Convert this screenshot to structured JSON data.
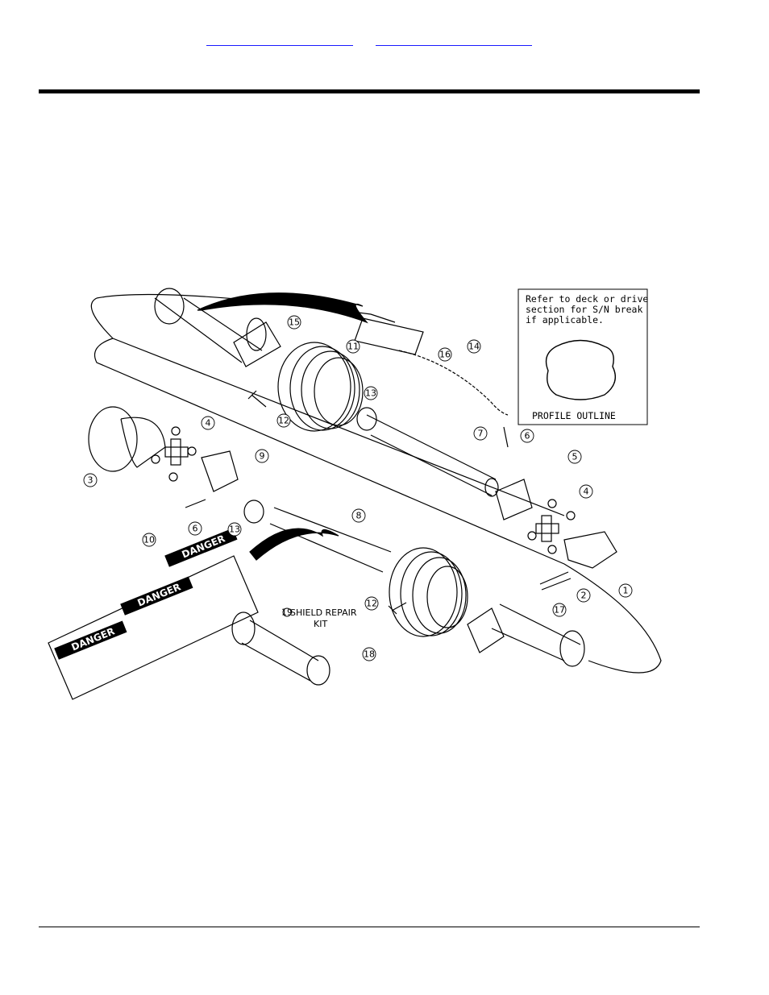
{
  "header": {
    "links": [
      {
        "label": ""
      },
      {
        "label": ""
      }
    ]
  },
  "diagram": {
    "note": [
      "Refer to deck or drive",
      "section for S/N break",
      "if applicable."
    ],
    "profile_caption": "PROFILE OUTLINE",
    "shield_kit": [
      "SHIELD REPAIR",
      "KIT"
    ],
    "danger_word": "DANGER",
    "callouts": [
      "1",
      "2",
      "3",
      "4",
      "4",
      "5",
      "6",
      "6",
      "7",
      "8",
      "9",
      "10",
      "11",
      "12",
      "12",
      "13",
      "13",
      "14",
      "15",
      "16",
      "17",
      "18",
      "19"
    ]
  }
}
